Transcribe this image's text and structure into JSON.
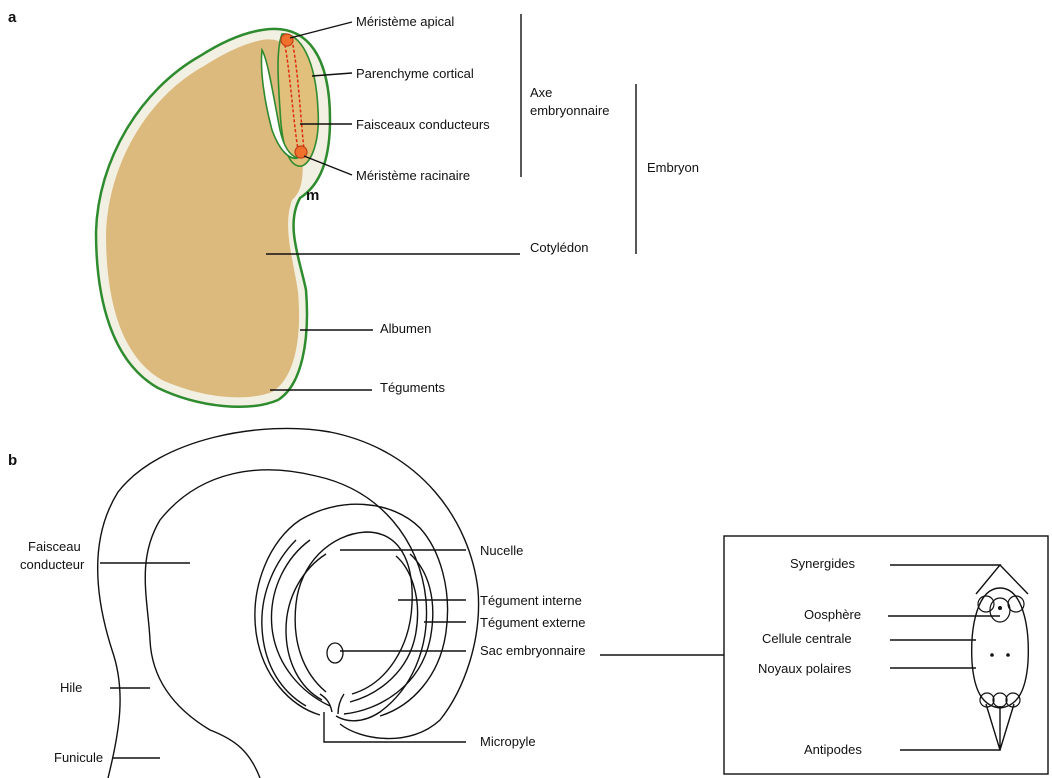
{
  "panels": {
    "a": "a",
    "b": "b"
  },
  "seed": {
    "marker": "m",
    "labels": {
      "meristeme_apical": "Méristème apical",
      "parenchyme_cortical": "Parenchyme cortical",
      "faisceaux_conducteurs": "Faisceaux conducteurs",
      "meristeme_racinaire": "Méristème racinaire",
      "axe_line1": "Axe",
      "axe_line2": "embryonnaire",
      "embryon": "Embryon",
      "cotyledon": "Cotylédon",
      "albumen": "Albumen",
      "teguments": "Téguments"
    }
  },
  "ovule": {
    "labels": {
      "faisceau_line1": "Faisceau",
      "faisceau_line2": "conducteur",
      "hile": "Hile",
      "funicule": "Funicule",
      "nucelle": "Nucelle",
      "tegument_interne": "Tégument interne",
      "tegument_externe": "Tégument externe",
      "sac_embryonnaire": "Sac embryonnaire",
      "micropyle": "Micropyle"
    }
  },
  "embryo_sac": {
    "labels": {
      "synergides": "Synergides",
      "oosphere": "Oosphère",
      "cellule_centrale": "Cellule centrale",
      "noyaux_polaires": "Noyaux polaires",
      "antipodes": "Antipodes"
    }
  },
  "colors": {
    "cotyledon_fill": "#dcb97c",
    "albumen_fill": "#f2f0e2",
    "tegument_outline": "#2e8b2e",
    "axis_fill": "#e0c07a",
    "vascular": "#e02a10",
    "meristem": "#f0702c"
  }
}
